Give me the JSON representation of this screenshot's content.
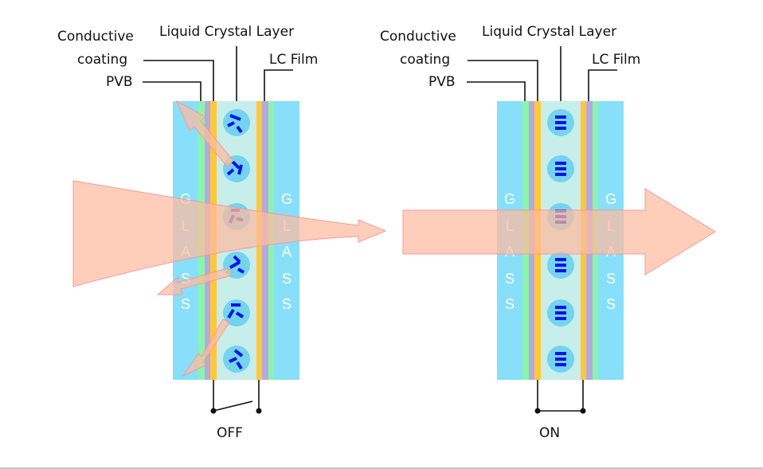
{
  "panels": [
    {
      "id": "off",
      "state_label": "OFF",
      "labels": {
        "conductive_line1": "Conductive",
        "conductive_line2": "coating",
        "liquid_crystal": "Liquid Crystal Layer",
        "lc_film": "LC Film",
        "pvb": "PVB"
      },
      "glass_letters": [
        "G",
        "L",
        "A",
        "S",
        "S"
      ],
      "crystal_orientation": "random",
      "light_behavior": "scattered"
    },
    {
      "id": "on",
      "state_label": "ON",
      "labels": {
        "conductive_line1": "Conductive",
        "conductive_line2": "coating",
        "liquid_crystal": "Liquid Crystal Layer",
        "lc_film": "LC Film",
        "pvb": "PVB"
      },
      "glass_letters": [
        "G",
        "L",
        "A",
        "S",
        "S"
      ],
      "crystal_orientation": "aligned",
      "light_behavior": "transmitted"
    }
  ],
  "colors": {
    "glass": "#87DFFA",
    "pvb": "#8AF5AA",
    "lc_film": "#B4AADE",
    "conductive": "#FFC83A",
    "lc_layer": "#C7EEEA",
    "crystal_bubble": "#74D4F0",
    "crystal_bar": "#0014E6",
    "light": "#FFBBA0",
    "light_stroke": "#F59A9A",
    "wire": "#111111"
  }
}
